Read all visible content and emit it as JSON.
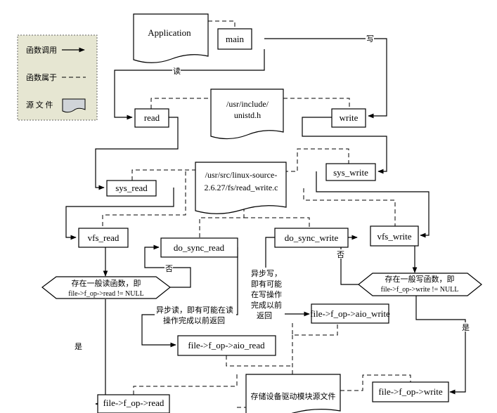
{
  "legend": {
    "call": "函数调用",
    "belongs": "函数属于",
    "source": "源 文 件"
  },
  "nodes": {
    "application": "Application",
    "main": "main",
    "unistd_line1": "/usr/include/",
    "unistd_line2": "unistd.h",
    "read": "read",
    "write": "write",
    "read_write_line1": "/usr/src/linux-source-",
    "read_write_line2": "2.6.27/fs/read_write.c",
    "sys_read": "sys_read",
    "sys_write": "sys_write",
    "vfs_read": "vfs_read",
    "vfs_write": "vfs_write",
    "do_sync_read": "do_sync_read",
    "do_sync_write": "do_sync_write",
    "cond_read_line1": "存在一般读函数，即",
    "cond_read_line2": "file->f_op->read != NULL",
    "cond_write_line1": "存在一般写函数，即",
    "cond_write_line2": "file->f_op->write != NULL",
    "aio_write": "file->f_op->aio_write",
    "aio_read": "file->f_op->aio_read",
    "f_op_read": "file->f_op->read",
    "f_op_write": "file->f_op->write",
    "driver_source": "存储设备驱动模块源文件"
  },
  "labels": {
    "write_edge": "写",
    "read_edge": "读",
    "no_read": "否",
    "no_write": "否",
    "yes_read": "是",
    "yes_write": "是",
    "async_write_1": "异步写，",
    "async_write_2": "即有可能",
    "async_write_3": "在写操作",
    "async_write_4": "完成以前",
    "async_write_5": "返回",
    "async_read_1": "异步读，即有可能在读",
    "async_read_2": "操作完成以前返回"
  }
}
